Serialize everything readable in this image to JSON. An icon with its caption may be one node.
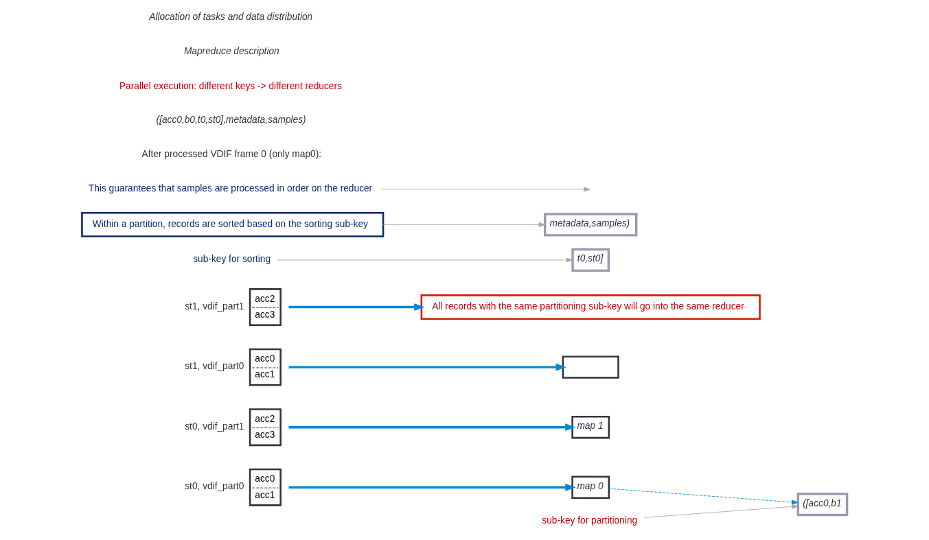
{
  "diagram": {
    "nodes": [
      {
        "text": [
          "acc0",
          "acc1"
        ],
        "beside": [
          "st0, vdif_part0"
        ]
      },
      {
        "text": [
          "acc2",
          "acc3"
        ],
        "beside": [
          "st0, vdif_part1"
        ]
      },
      {
        "text": [
          "acc0",
          "acc1"
        ],
        "beside": [
          "st1, vdif_part0"
        ]
      },
      {
        "text": [
          "acc2",
          "acc3"
        ],
        "beside": [
          "st1, vdif_part1"
        ]
      },
      {
        "text": [
          "map 0"
        ]
      },
      {
        "text": [
          "map 1"
        ]
      },
      {
        "text": [],
        "shape": "box"
      },
      {
        "text": [
          "([acc0,b1"
        ]
      },
      {
        "text": [
          "t0,st0]"
        ]
      },
      {
        "text": [
          "metadata,samples)"
        ]
      },
      {
        "text": [
          "sub-key for partitioning"
        ]
      },
      {
        "text": [
          "sub-key for sorting"
        ]
      },
      {
        "text": [
          "Within a partition, records are sorted based on the sorting sub-key"
        ]
      },
      {
        "text": [
          "This guarantees that samples are processed in order on the reducer"
        ]
      },
      {
        "text": [
          "All records with the same partitioning sub-key will go into the same reducer"
        ]
      }
    ],
    "edges": [
      {
        "from": 0,
        "to": 4,
        "arrow": "to",
        "style": "thick",
        "color": "#0a86cf"
      },
      {
        "from": 1,
        "to": 5,
        "arrow": "to",
        "style": "thick",
        "color": "#0a86cf"
      },
      {
        "from": 2,
        "to": 6,
        "arrow": "to",
        "style": "thick",
        "color": "#0a86cf"
      },
      {
        "from": 3,
        "to": 14,
        "arrow": "to",
        "style": "thick",
        "color": "#0a86cf"
      },
      {
        "from": 4,
        "to": 7,
        "arrow": "to",
        "style": "dashed",
        "color": "#0a86cf"
      },
      {
        "from": 10,
        "to": 7,
        "arrow": "to",
        "color": "#a0aaa6"
      },
      {
        "from": 11,
        "to": 8,
        "arrow": "to",
        "color": "#a0aaa6"
      },
      {
        "from": 12,
        "to": 9,
        "arrow": "to",
        "color": "#a0aaa6"
      },
      {
        "from": 13,
        "to": null,
        "arrow": "to",
        "color": "#a0aaa6"
      }
    ],
    "labels": [
      "After processed VDIF frame 0 (only map0):",
      "([acc0,b0,t0,st0],metadata,samples)",
      "Parallel execution: different keys -> different reducers",
      "Mapreduce description",
      "Allocation of tasks and data distribution"
    ]
  }
}
